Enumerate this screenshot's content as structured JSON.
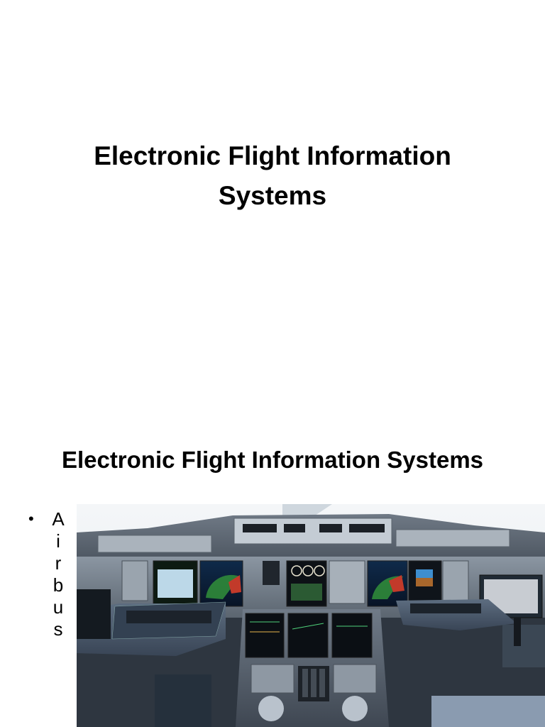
{
  "slide1": {
    "title_line1": "Electronic Flight Information",
    "title_line2": "Systems"
  },
  "slide2": {
    "title": "Electronic Flight Information Systems",
    "bullet": {
      "text": "Airbus",
      "letters": [
        "A",
        "i",
        "r",
        "b",
        "u",
        "s"
      ]
    },
    "photo_icon": "aircraft-cockpit-photo"
  }
}
